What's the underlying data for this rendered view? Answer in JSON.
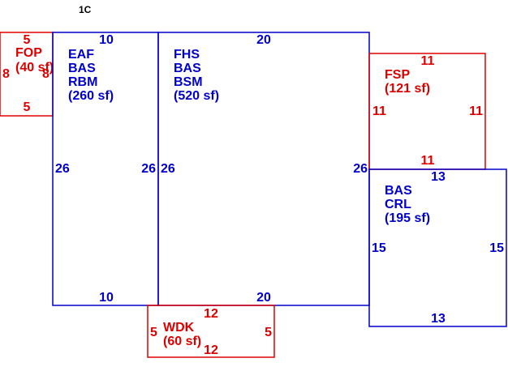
{
  "page_label": "1C",
  "colors": {
    "blue": "#0000cc",
    "red": "#dd0000",
    "black": "#000000"
  },
  "areas": [
    {
      "id": "fop",
      "color": "red",
      "label_lines": [
        "FOP",
        "(40 sf)"
      ],
      "dimensions": [
        "5",
        "8",
        "8",
        "5"
      ]
    },
    {
      "id": "eaf",
      "color": "blue",
      "label_lines": [
        "EAF",
        "BAS",
        "RBM",
        "(260 sf)"
      ],
      "dimensions": [
        "10",
        "26",
        "26",
        "10"
      ]
    },
    {
      "id": "fhs",
      "color": "blue",
      "label_lines": [
        "FHS",
        "BAS",
        "BSM",
        "(520 sf)"
      ],
      "dimensions": [
        "20",
        "26",
        "26",
        "20"
      ]
    },
    {
      "id": "fsp",
      "color": "red",
      "label_lines": [
        "FSP",
        "(121 sf)"
      ],
      "dimensions": [
        "11",
        "11",
        "11",
        "11"
      ]
    },
    {
      "id": "crl",
      "color": "blue",
      "label_lines": [
        "BAS",
        "CRL",
        "(195 sf)"
      ],
      "dimensions": [
        "13",
        "15",
        "15",
        "13"
      ]
    },
    {
      "id": "wdk",
      "color": "red",
      "label_lines": [
        "WDK",
        "(60 sf)"
      ],
      "dimensions": [
        "12",
        "5",
        "5",
        "12"
      ]
    }
  ]
}
